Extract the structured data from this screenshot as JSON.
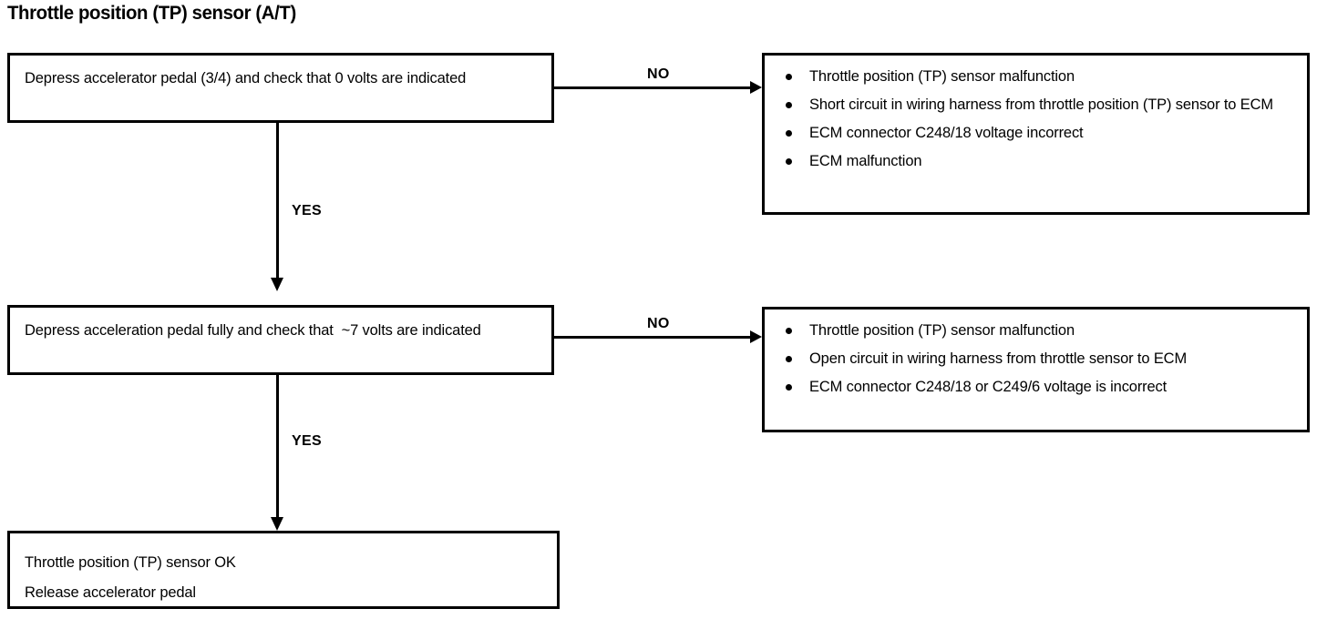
{
  "page": {
    "title": "Throttle position (TP) sensor (A/T)"
  },
  "flowchart": {
    "type": "diagnostic-flowchart",
    "nodes": {
      "decision_1": {
        "text": "Depress accelerator pedal (3/4) and check that 0 volts are indicated"
      },
      "decision_2": {
        "text": "Depress acceleration pedal fully and check that  ~7 volts are indicated"
      },
      "result": {
        "text": "Throttle position (TP) sensor OK\nRelease accelerator pedal"
      },
      "faults_1": {
        "items": [
          "Throttle position (TP) sensor malfunction",
          "Short circuit in wiring harness from throttle position (TP) sensor to ECM",
          "ECM connector C248/18 voltage incorrect",
          "ECM malfunction"
        ]
      },
      "faults_2": {
        "items": [
          "Throttle position (TP) sensor malfunction",
          "Open circuit in wiring harness from throttle sensor to ECM",
          "ECM connector C248/18 or C249/6 voltage is incorrect"
        ]
      }
    },
    "edges": {
      "no_1": "NO",
      "no_2": "NO",
      "yes_1": "YES",
      "yes_2": "YES"
    }
  }
}
